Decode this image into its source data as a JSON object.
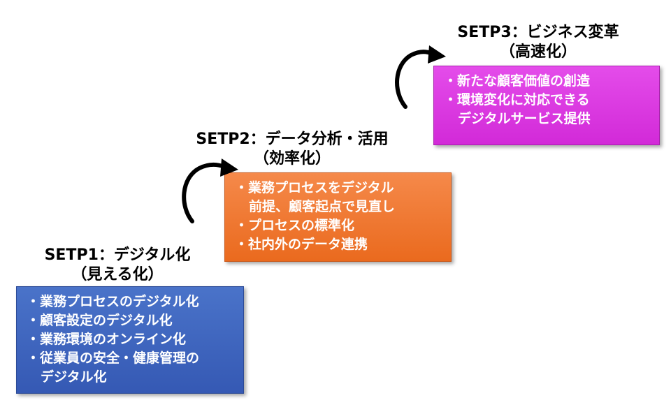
{
  "steps": [
    {
      "title": "SETP1：デジタル化",
      "subtitle": "（見える化）",
      "color": "#3b63bd",
      "items": [
        "・業務プロセスのデジタル化",
        "・顧客設定のデジタル化",
        "・業務環境のオンライン化",
        "・従業員の安全・健康管理の",
        "デジタル化"
      ]
    },
    {
      "title": "SETP2：データ分析・活用",
      "subtitle": "（効率化）",
      "color": "#ef7a35",
      "items": [
        "・業務プロセスをデジタル",
        "前提、顧客起点で見直し",
        "・プロセスの標準化",
        "・社内外のデータ連携"
      ]
    },
    {
      "title": "SETP3：ビジネス変革",
      "subtitle": "（高速化）",
      "color": "#da37e0",
      "items": [
        "・新たな顧客価値の創造",
        "・環境変化に対応できる",
        "デジタルサービス提供"
      ]
    }
  ],
  "arrow_color": "#000000"
}
